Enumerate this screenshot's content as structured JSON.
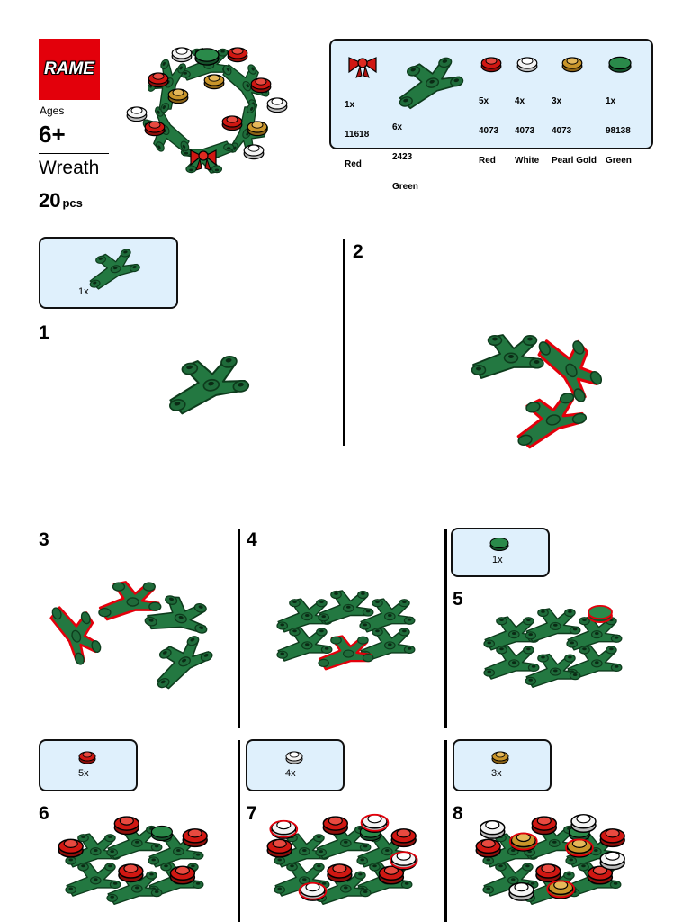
{
  "header": {
    "brand": "RAME",
    "ages_label": "Ages",
    "ages_value": "6+",
    "set_name": "Wreath",
    "pieces_count": "20",
    "pieces_unit": "pcs"
  },
  "inventory": [
    {
      "qty": "1x",
      "part": "11618",
      "color": "Red",
      "icon": "bow-icon"
    },
    {
      "qty": "6x",
      "part": "2423",
      "color": "Green",
      "icon": "leaf-plate-icon"
    },
    {
      "qty": "5x",
      "part": "4073",
      "color": "Red",
      "icon": "round-plate-icon",
      "hex": "#d01712"
    },
    {
      "qty": "4x",
      "part": "4073",
      "color": "White",
      "icon": "round-plate-icon",
      "hex": "#f4f4f4"
    },
    {
      "qty": "3x",
      "part": "4073",
      "color": "Pearl Gold",
      "icon": "round-plate-icon",
      "hex": "#c9952a"
    },
    {
      "qty": "1x",
      "part": "98138",
      "color": "Green",
      "icon": "round-tile-icon",
      "hex": "#237841"
    }
  ],
  "steps": [
    {
      "number": "1",
      "callout_qty": "1x"
    },
    {
      "number": "2"
    },
    {
      "number": "3"
    },
    {
      "number": "4"
    },
    {
      "number": "5",
      "callout_qty": "1x"
    },
    {
      "number": "6",
      "callout_qty": "5x"
    },
    {
      "number": "7",
      "callout_qty": "4x"
    },
    {
      "number": "8",
      "callout_qty": "3x"
    }
  ],
  "colors": {
    "green": "#237841",
    "red": "#d01712",
    "white": "#f4f4f4",
    "gold": "#c9952a",
    "callout_bg": "#dff0fc",
    "highlight": "#e3000b"
  }
}
